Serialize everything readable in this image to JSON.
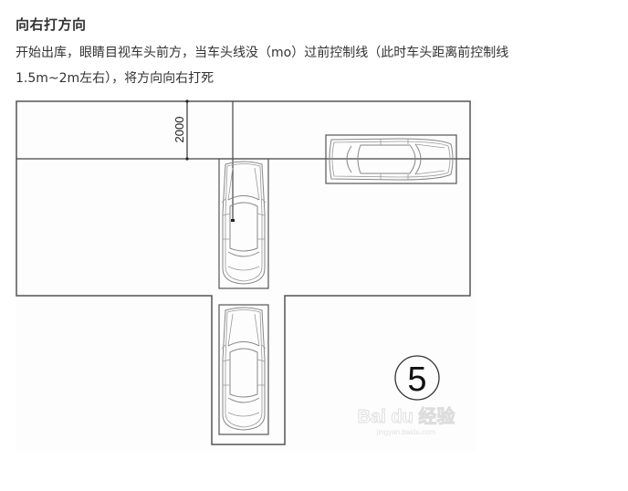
{
  "heading": "向右打方向",
  "paragraph": {
    "line1": "开始出库，眼睛目视车头前方，当车头线没（mo）过前控制线（此时车头距离前控制线",
    "line2": "1.5m~2m左右），将方向向右打死"
  },
  "figure": {
    "dimension_label": "2000",
    "step_number": "5",
    "watermark_brand": "Bai du 经验",
    "watermark_url": "jingyan.baidu.com",
    "colors": {
      "outline": "#555555",
      "car_line": "#888888",
      "background": "#fdfdfd",
      "text": "#333333"
    }
  }
}
